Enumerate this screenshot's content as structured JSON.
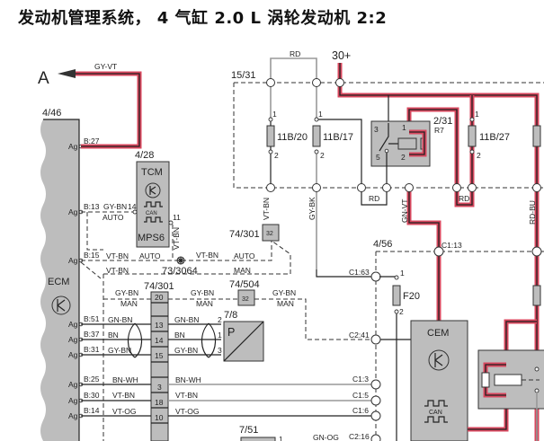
{
  "title": "发动机管理系统， 4 气缸 2.0 L 涡轮发动机 2:2",
  "off_page": {
    "label": "A",
    "wire": "GY-VT"
  },
  "ecm": {
    "id": "4/46",
    "name": "ECM",
    "ground_label": "Ag",
    "pins": [
      "B:27",
      "B:13",
      "B:15",
      "B:51",
      "B:37",
      "B:31",
      "B:25",
      "B:30",
      "B:14"
    ]
  },
  "tcm": {
    "id": "4/28",
    "name": "TCM",
    "can": "CAN",
    "sub": "MPS6",
    "pin_a": "14",
    "pin_b": "11"
  },
  "wires": {
    "gy_bn": "GY-BN",
    "vt_bn": "VT-BN",
    "auto": "AUTO",
    "man": "MAN",
    "gn_bn": "GN-BN",
    "bn": "BN",
    "bn_wh": "BN-WH",
    "vt_og": "VT-OG",
    "gy_bk": "GY-BK",
    "rd": "RD",
    "gn_vt": "GN-VT",
    "rd_bu": "RD-BU",
    "gn_og": "GN-OG"
  },
  "splice": {
    "id": "73/3064"
  },
  "connector_74_301": {
    "id": "74/301",
    "pin": "32",
    "cells": [
      "20",
      "13",
      "14",
      "15",
      "3",
      "18",
      "10"
    ]
  },
  "connector_74_504": {
    "id": "74/504",
    "pin": "32"
  },
  "sensor": {
    "id": "7/8",
    "symbol": "P",
    "pins": [
      "2",
      "1",
      "3"
    ]
  },
  "sensor2": {
    "id": "7/51",
    "pin": "1"
  },
  "fusebox": {
    "id": "15/31",
    "supply": "30+"
  },
  "fuses": [
    {
      "id": "11B/20",
      "p1": "1",
      "p2": "2"
    },
    {
      "id": "11B/17",
      "p1": "1",
      "p2": "2"
    },
    {
      "id": "11B/27",
      "p1": "1",
      "p2": "2"
    },
    {
      "id": "F20",
      "p1": "1",
      "p2": "2"
    }
  ],
  "relay": {
    "id": "2/31",
    "sub": "R7",
    "pins": [
      "3",
      "1",
      "5",
      "2"
    ]
  },
  "cem": {
    "id": "4/56",
    "name": "CEM",
    "can": "CAN",
    "connectors": [
      "C1:13",
      "C1:63",
      "C2:41",
      "C1:3",
      "C1:5",
      "C1:6",
      "C2:16"
    ]
  }
}
